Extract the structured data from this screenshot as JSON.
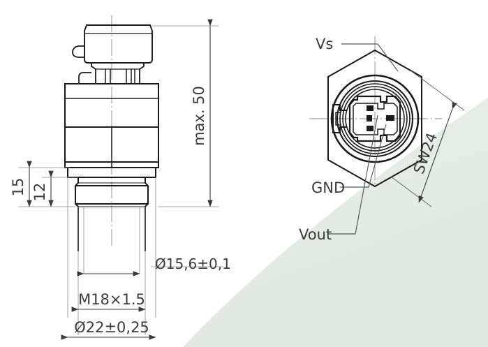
{
  "drawing": {
    "title": "Pressure sensor dimensional drawing",
    "background_color": "#ffffff",
    "line_color": "#1a1a1a",
    "thin_line_color": "#6e6e6e",
    "text_color": "#3b3b3b",
    "watermark_color": "#e4eae4"
  },
  "side_view": {
    "name": "side-elevation-view",
    "dimensions": {
      "overall_height": "max. 50",
      "hex_height": "15",
      "thread_length": "12",
      "sealing_diameter": "Ø15,6±0,1",
      "thread_spec": "M18×1.5",
      "hex_across_flats_dia": "Ø22±0,25"
    }
  },
  "connector_view": {
    "name": "connector-end-view",
    "labels": {
      "supply": "Vs",
      "ground": "GND",
      "output": "Vout",
      "wrench_size": "SW24"
    }
  },
  "callouts": [
    {
      "id": "vs",
      "text": "Vs"
    },
    {
      "id": "gnd",
      "text": "GND"
    },
    {
      "id": "vout",
      "text": "Vout"
    },
    {
      "id": "sw24",
      "text": "SW24"
    }
  ],
  "linear_dimensions": [
    {
      "id": "max50",
      "text": "max. 50",
      "orientation": "vertical"
    },
    {
      "id": "d15",
      "text": "15",
      "orientation": "vertical"
    },
    {
      "id": "d12",
      "text": "12",
      "orientation": "vertical"
    },
    {
      "id": "d156",
      "text": "Ø15,6±0,1",
      "orientation": "horizontal"
    },
    {
      "id": "m18",
      "text": "M18×1.5",
      "orientation": "horizontal"
    },
    {
      "id": "d22",
      "text": "Ø22±0,25",
      "orientation": "horizontal"
    }
  ]
}
